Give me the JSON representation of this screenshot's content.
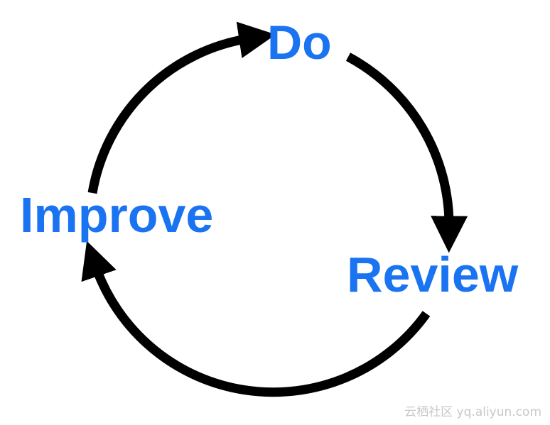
{
  "diagram": {
    "steps": [
      {
        "id": "do",
        "label": "Do"
      },
      {
        "id": "review",
        "label": "Review"
      },
      {
        "id": "improve",
        "label": "Improve"
      }
    ],
    "flow": [
      "do",
      "review",
      "improve",
      "do"
    ],
    "colors": {
      "label": "#1a73f0",
      "arrow": "#000000",
      "background": "#ffffff"
    }
  },
  "watermark": "云栖社区 yq.aliyun.com"
}
